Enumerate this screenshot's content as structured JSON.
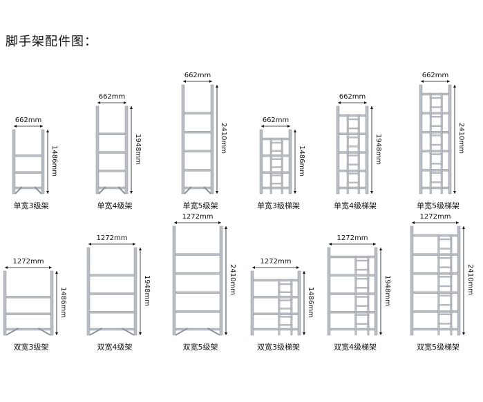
{
  "title": "脚手架配件图：",
  "colors": {
    "tube": "#b9bec4",
    "tube_dark": "#8d939a",
    "dim": "#111111"
  },
  "frames": [
    {
      "label": "单宽3级架",
      "width_label": "662mm",
      "height_label": "1486mm",
      "levels": 3,
      "ladder": false,
      "double": false
    },
    {
      "label": "单宽4级架",
      "width_label": "662mm",
      "height_label": "1948mm",
      "levels": 4,
      "ladder": false,
      "double": false
    },
    {
      "label": "单宽5级架",
      "width_label": "662mm",
      "height_label": "2410mm",
      "levels": 5,
      "ladder": false,
      "double": false
    },
    {
      "label": "单宽3级梯架",
      "width_label": "662mm",
      "height_label": "1486mm",
      "levels": 3,
      "ladder": true,
      "double": false
    },
    {
      "label": "单宽4级梯架",
      "width_label": "662mm",
      "height_label": "1948mm",
      "levels": 4,
      "ladder": true,
      "double": false
    },
    {
      "label": "单宽5级梯架",
      "width_label": "662mm",
      "height_label": "2410mm",
      "levels": 5,
      "ladder": true,
      "double": false
    },
    {
      "label": "双宽3级架",
      "width_label": "1272mm",
      "height_label": "1486mm",
      "levels": 3,
      "ladder": false,
      "double": true
    },
    {
      "label": "双宽4级架",
      "width_label": "1272mm",
      "height_label": "1948mm",
      "levels": 4,
      "ladder": false,
      "double": true
    },
    {
      "label": "双宽5级架",
      "width_label": "1272mm",
      "height_label": "2410mm",
      "levels": 5,
      "ladder": false,
      "double": true
    },
    {
      "label": "双宽3级梯架",
      "width_label": "1272mm",
      "height_label": "1486mm",
      "levels": 3,
      "ladder": true,
      "double": true
    },
    {
      "label": "双宽4级梯架",
      "width_label": "1272mm",
      "height_label": "1948mm",
      "levels": 4,
      "ladder": true,
      "double": true
    },
    {
      "label": "双宽5级梯架",
      "width_label": "1272mm",
      "height_label": "2410mm",
      "levels": 5,
      "ladder": true,
      "double": true
    }
  ]
}
